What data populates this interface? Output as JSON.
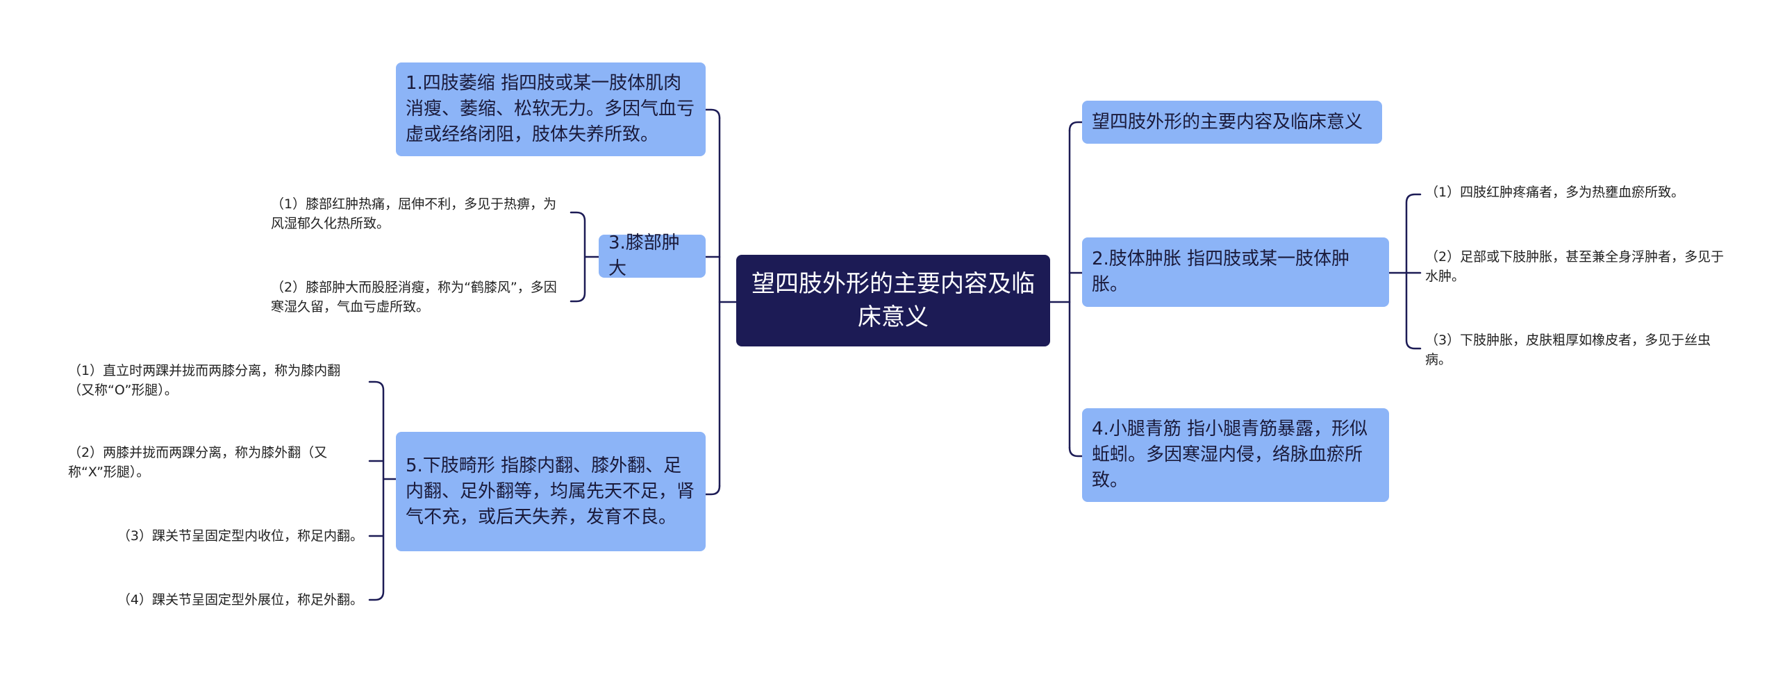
{
  "root": {
    "label": "望四肢外形的主要内容及临床意义"
  },
  "left": [
    {
      "id": "l1",
      "label": "1.四肢萎缩 指四肢或某一肢体肌肉消瘦、萎缩、松软无力。多因气血亏虚或经络闭阻，肢体失养所致。",
      "children": []
    },
    {
      "id": "l2",
      "label": "3.膝部肿大",
      "children": [
        {
          "label": "（1）膝部红肿热痛，屈伸不利，多见于热痹，为风湿郁久化热所致。"
        },
        {
          "label": "（2）膝部肿大而股胫消瘦，称为“鹤膝风”，多因寒湿久留，气血亏虚所致。"
        }
      ]
    },
    {
      "id": "l3",
      "label": "5.下肢畸形 指膝内翻、膝外翻、足内翻、足外翻等，均属先天不足，肾气不充，或后天失养，发育不良。",
      "children": [
        {
          "label": "（1）直立时两踝并拢而两膝分离，称为膝内翻（又称“O”形腿）。"
        },
        {
          "label": "（2）两膝并拢而两踝分离，称为膝外翻（又称“X”形腿）。"
        },
        {
          "label": "（3）踝关节呈固定型内收位，称足内翻。"
        },
        {
          "label": "（4）踝关节呈固定型外展位，称足外翻。"
        }
      ]
    }
  ],
  "right": [
    {
      "id": "r1",
      "label": "望四肢外形的主要内容及临床意义",
      "children": []
    },
    {
      "id": "r2",
      "label": "2.肢体肿胀 指四肢或某一肢体肿胀。",
      "children": [
        {
          "label": "（1）四肢红肿疼痛者，多为热壅血瘀所致。"
        },
        {
          "label": "（2）足部或下肢肿胀，甚至兼全身浮肿者，多见于水肿。"
        },
        {
          "label": "（3）下肢肿胀，皮肤粗厚如橡皮者，多见于丝虫病。"
        }
      ]
    },
    {
      "id": "r3",
      "label": "4.小腿青筋 指小腿青筋暴露，形似蚯蚓。多因寒湿内侵，络脉血瘀所致。",
      "children": []
    }
  ],
  "colors": {
    "root_bg": "#1c1b55",
    "branch_bg": "#8cb4f7",
    "edge": "#1c1b55"
  }
}
